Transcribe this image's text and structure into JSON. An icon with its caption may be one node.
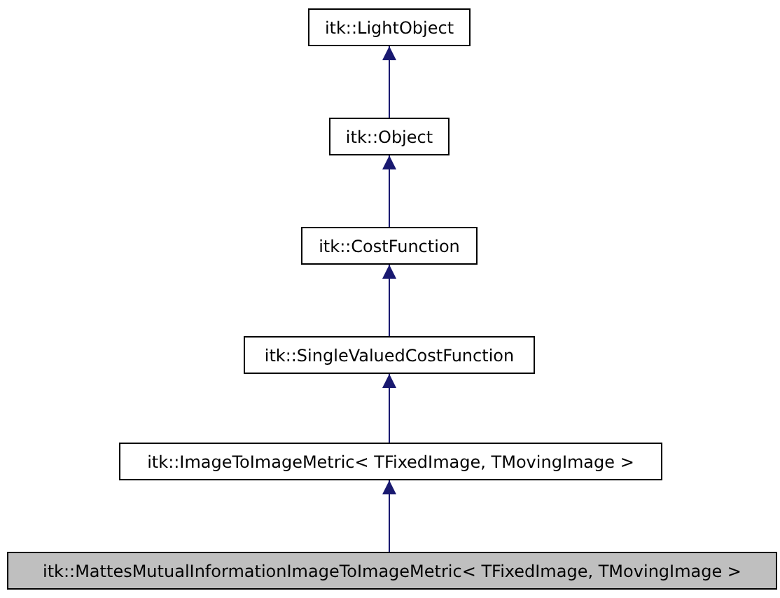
{
  "diagram": {
    "nodes": [
      {
        "text": [
          "itk::LightObject"
        ]
      },
      {
        "text": [
          "itk::Object"
        ]
      },
      {
        "text": [
          "itk::CostFunction"
        ]
      },
      {
        "text": [
          "itk::SingleValuedCostFunction"
        ]
      },
      {
        "text": [
          "itk::ImageToImageMetric< TFixedImage, TMovingImage >"
        ]
      },
      {
        "text": [
          "itk::MattesMutualInformationImageToImageMetric< TFixedImage, TMovingImage >"
        ]
      }
    ],
    "edges": [
      {
        "from": 1,
        "to": 0,
        "arrow": "to"
      },
      {
        "from": 2,
        "to": 1,
        "arrow": "to"
      },
      {
        "from": 3,
        "to": 2,
        "arrow": "to"
      },
      {
        "from": 4,
        "to": 3,
        "arrow": "to"
      },
      {
        "from": 5,
        "to": 4,
        "arrow": "to"
      }
    ]
  }
}
